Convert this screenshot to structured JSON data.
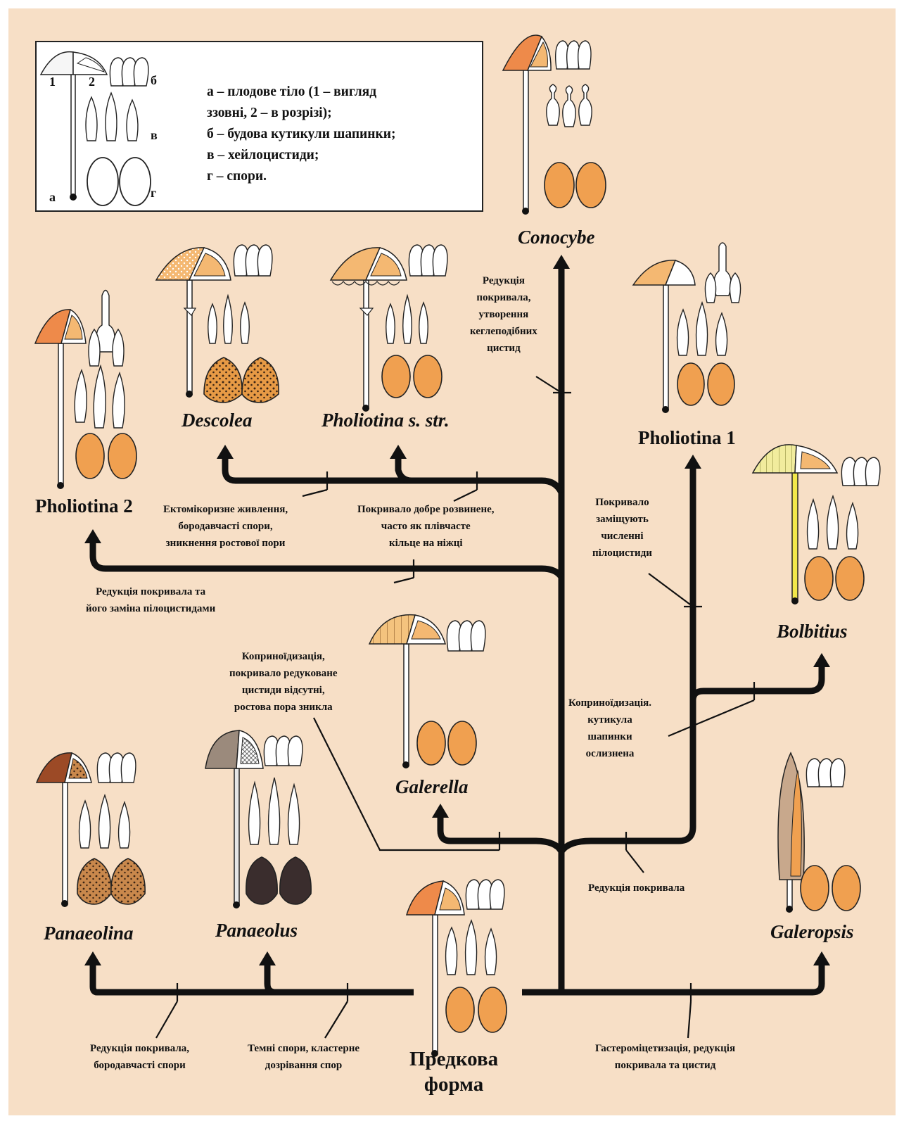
{
  "legend": {
    "labels": {
      "view": "1",
      "section": "2",
      "cuticle": "б",
      "cheilocystidia": "в",
      "spores": "г",
      "fruit_body": "а"
    },
    "lines": [
      "а – плодове тіло (1 – вигляд",
      "ззовні, 2 – в розрізі);",
      "б – будова кутикули шапинки;",
      "в – хейлоцистиди;",
      "г – спори."
    ]
  },
  "genera": {
    "conocybe": "Conocybe",
    "descolea": "Descolea",
    "pholiotina_sstr": "Pholiotina s. str.",
    "pholiotina_1": "Pholiotina 1",
    "pholiotina_2": "Pholiotina 2",
    "bolbitius": "Bolbitius",
    "galerella": "Galerella",
    "panaeolina": "Panaeolina",
    "panaeolus": "Panaeolus",
    "galeropsis": "Galeropsis"
  },
  "ancestral_form": [
    "Предкова",
    "форма"
  ],
  "notes": {
    "conocybe": [
      "Редукція",
      "покривала,",
      "утворення",
      "кеглеподібних",
      "цистид"
    ],
    "descolea": [
      "Ектомікоризне живлення,",
      "бородавчасті спори,",
      "зникнення ростової пори"
    ],
    "pholiotina_sstr": [
      "Покривало добре  розвинене,",
      "часто як плівчасте",
      "кільце на ніжці"
    ],
    "pholiotina_2": [
      "Редукція покривала та",
      "його заміна пілоцистидами"
    ],
    "pholiotina_1": [
      "Покривало",
      "заміщують",
      "численні",
      "пілоцистиди"
    ],
    "galerella": [
      "Коприноїдизація,",
      "покривало редуковане",
      "цистиди відсутні,",
      "ростова пора зникла"
    ],
    "bolbitius": [
      "Коприноїдизація.",
      "кутикула",
      "шапинки",
      "ослизнена"
    ],
    "right_base": [
      "Редукція покривала"
    ],
    "panaeolina": [
      "Редукція покривала,",
      "бородавчасті спори"
    ],
    "panaeolus": [
      "Темні спори, кластерне",
      "дозрівання спор"
    ],
    "galeropsis": [
      "Гастероміцетизація, редукція",
      "покривала та цистид"
    ]
  },
  "colors": {
    "background": "#f7dfc6",
    "branch": "#111111",
    "spore_orange": "#f0a050",
    "cap_orange": "#ee8a4a",
    "cap_light": "#f4b872",
    "dark_spore": "#3a2d2d"
  }
}
